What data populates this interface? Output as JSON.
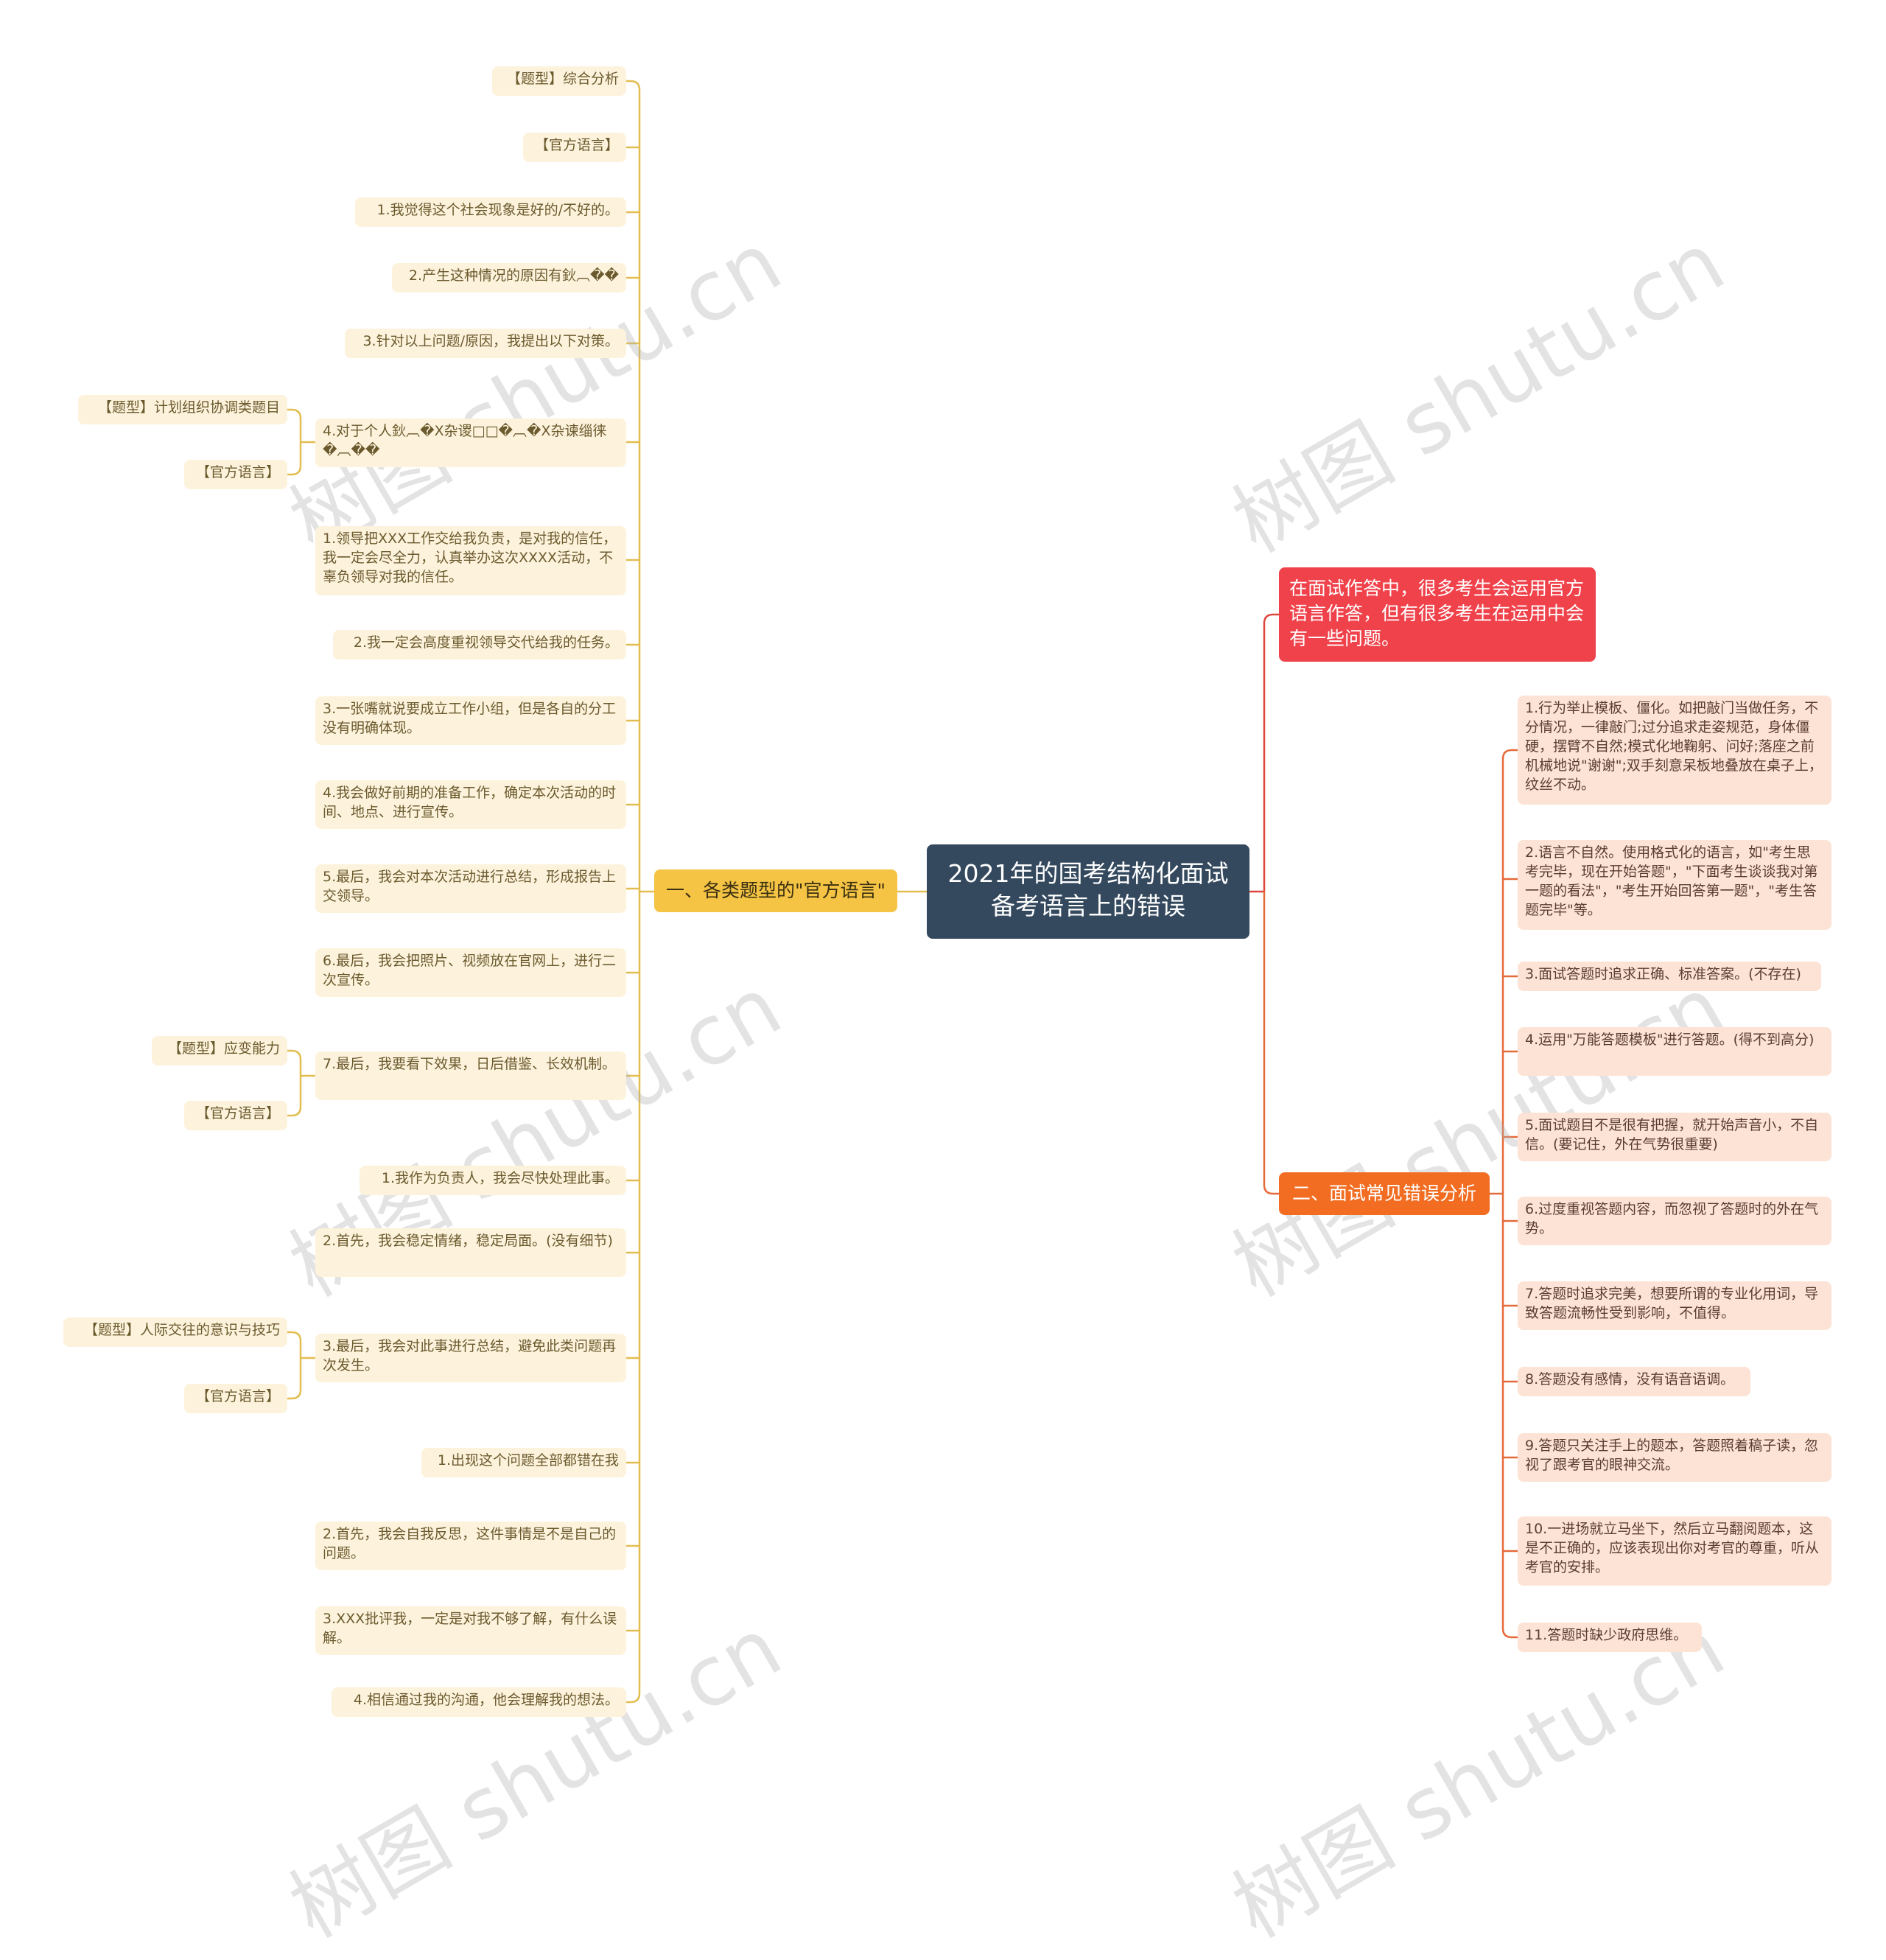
{
  "central_topic": "2021年的国考结构化面试备考语言上的错误",
  "branch_left": {
    "label": "一、各类题型的\"官方语言\"",
    "items": [
      "【题型】综合分析",
      "【官方语言】",
      "1.我觉得这个社会现象是好的/不好的。",
      "2.产生这种情况的原因有鈥︹��",
      "3.针对以上问题/原因，我提出以下对策。",
      "4.对于个人鈥︹�X杂谡□□�︹�X杂谏缁徕�︹��",
      "1.领导把XXX工作交给我负责，是对我的信任，我一定会尽全力，认真举办这次XXXX活动，不辜负领导对我的信任。",
      "2.我一定会高度重视领导交代给我的任务。",
      "3.一张嘴就说要成立工作小组，但是各自的分工没有明确体现。",
      "4.我会做好前期的准备工作，确定本次活动的时间、地点、进行宣传。",
      "5.最后，我会对本次活动进行总结，形成报告上交领导。",
      "6.最后，我会把照片、视频放在官网上，进行二次宣传。",
      "7.最后，我要看下效果，日后借鉴、长效机制。",
      "1.我作为负责人，我会尽快处理此事。",
      "2.首先，我会稳定情绪，稳定局面。(没有细节)",
      "3.最后，我会对此事进行总结，避免此类问题再次发生。",
      "1.出现这个问题全部都错在我",
      "2.首先，我会自我反思，这件事情是不是自己的问题。",
      "3.XXX批评我，一定是对我不够了解，有什么误解。",
      "4.相信通过我的沟通，他会理解我的想法。"
    ],
    "subitems_4": [
      "【题型】计划组织协调类题目",
      "【官方语言】"
    ],
    "subitems_7": [
      "【题型】应变能力",
      "【官方语言】"
    ],
    "subitems_3": [
      "【题型】人际交往的意识与技巧",
      "【官方语言】"
    ]
  },
  "branch_intro": "在面试作答中，很多考生会运用官方语言作答，但有很多考生在运用中会有一些问题。",
  "branch_right": {
    "label": "二、面试常见错误分析",
    "items": [
      "1.行为举止模板、僵化。如把敲门当做任务，不分情况，一律敲门;过分追求走姿规范，身体僵硬，摆臂不自然;模式化地鞠躬、问好;落座之前机械地说\"谢谢\";双手刻意呆板地叠放在桌子上，纹丝不动。",
      "2.语言不自然。使用格式化的语言，如\"考生思考完毕，现在开始答题\"，\"下面考生谈谈我对第一题的看法\"，\"考生开始回答第一题\"，\"考生答题完毕\"等。",
      "3.面试答题时追求正确、标准答案。(不存在)",
      "4.运用\"万能答题模板\"进行答题。(得不到高分)",
      "5.面试题目不是很有把握，就开始声音小，不自信。(要记住，外在气势很重要)",
      "6.过度重视答题内容，而忽视了答题时的外在气势。",
      "7.答题时追求完美，想要所谓的专业化用词，导致答题流畅性受到影响，不值得。",
      "8.答题没有感情，没有语音语调。",
      "9.答题只关注手上的题本，答题照着稿子读，忽视了跟考官的眼神交流。",
      "10.一进场就立马坐下，然后立马翻阅题本，这是不正确的，应该表现出你对考官的尊重，听从考官的安排。",
      "11.答题时缺少政府思维。"
    ]
  },
  "watermark": "树图 shutu.cn",
  "colors": {
    "central": "#34495e",
    "left_branch": "#f5c445",
    "left_line": "#e2bd4f",
    "intro": "#f0424b",
    "right_branch": "#f26d21",
    "right_line": "#e56a3a",
    "leaf_bg": "#fdf3dc",
    "rleaf_bg": "#fde3d6"
  }
}
